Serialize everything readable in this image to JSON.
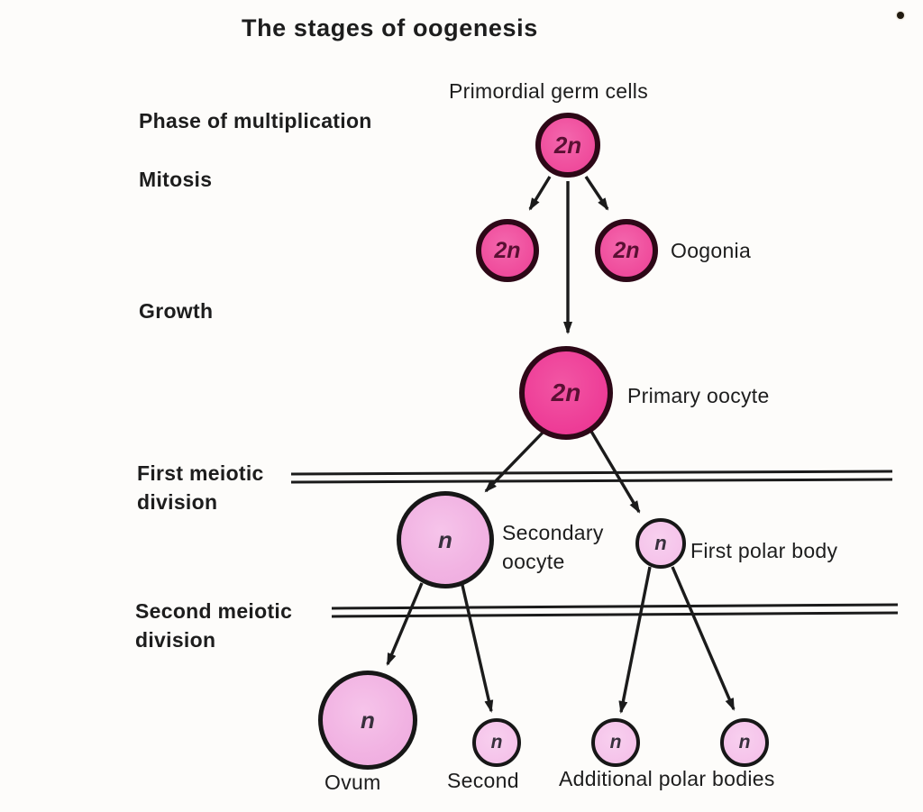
{
  "title": "The stages of oogenesis",
  "labels": {
    "primordial_germ_cells": "Primordial germ cells",
    "phase_of_multiplication": "Phase of multiplication",
    "mitosis": "Mitosis",
    "growth": "Growth",
    "first_meiotic_division": "First meiotic\ndivision",
    "second_meiotic_division": "Second meiotic\ndivision",
    "oogonia": "Oogonia",
    "primary_oocyte": "Primary oocyte",
    "secondary_oocyte": "Secondary\noocyte",
    "first_polar_body": "First polar body",
    "ovum": "Ovum",
    "second": "Second",
    "additional_polar_bodies": "Additional polar bodies"
  },
  "cells": {
    "primordial_germ_cell": {
      "ploidy": "2n"
    },
    "oogonium_left": {
      "ploidy": "2n"
    },
    "oogonium_right": {
      "ploidy": "2n"
    },
    "primary_oocyte": {
      "ploidy": "2n"
    },
    "secondary_oocyte": {
      "ploidy": "n"
    },
    "first_polar_body": {
      "ploidy": "n"
    },
    "ovum": {
      "ploidy": "n"
    },
    "second_polar_body": {
      "ploidy": "n"
    },
    "additional_polar_body_1": {
      "ploidy": "n"
    },
    "additional_polar_body_2": {
      "ploidy": "n"
    }
  },
  "palette": {
    "background": "#fdfcfa",
    "cell_dark_pink": "#f0519f",
    "cell_primary_pink": "#ee3f98",
    "cell_light_pink": "#f1b2e2",
    "cell_pale_pink": "#f5c3ea",
    "cell_border_dark_maroon": "#2d0817",
    "cell_border_black": "#171717",
    "line_color": "#1b1b1b",
    "text_color": "#1d1d1d",
    "ploidy_dark_text": "#5a1033"
  }
}
